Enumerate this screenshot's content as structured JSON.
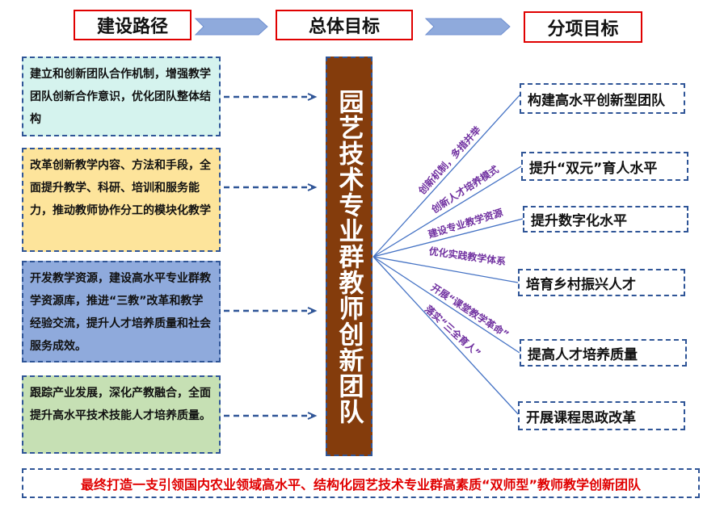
{
  "header": {
    "path": "建设路径",
    "overall": "总体目标",
    "sub": "分项目标"
  },
  "paths": [
    "建立和创新团队合作机制，增强教学团队创新合作意识，优化团队整体结构",
    "改革创新教学内容、方法和手段，全面提升教学、科研、培训和服务能力，推动教师协作分工的模块化教学",
    "开发教学资源，建设高水平专业群教学资源库，推进“三教”改革和教学经验交流，提升人才培养质量和社会服务成效。",
    "跟踪产业发展，深化产教融合，全面提升高水平技术技能人才培养质量。"
  ],
  "center": "园艺技术专业群教师创新团队",
  "branches": [
    "创新机制，多措并举",
    "创新人才培养模式",
    "建设专业教学资源",
    "优化实践教学体系",
    "开展“课堂教学革命”",
    "落实“三全育人”"
  ],
  "goals": [
    "构建高水平创新型团队",
    "提升“双元”育人水平",
    "提升数字化水平",
    "培育乡村振兴人才",
    "提高人才培养质量",
    "开展课程思政改革"
  ],
  "bottom": "最终打造一支引领国内农业领域高水平、结构化园艺技术专业群高素质“双师型”教师教学创新团队",
  "colors": {
    "box1": "#d5f3ee",
    "box2": "#fde49b",
    "box3": "#8faadc",
    "box4": "#c6e0b4",
    "center": "#843c0c",
    "accent": "#2f5597",
    "label": "#7030a0"
  }
}
